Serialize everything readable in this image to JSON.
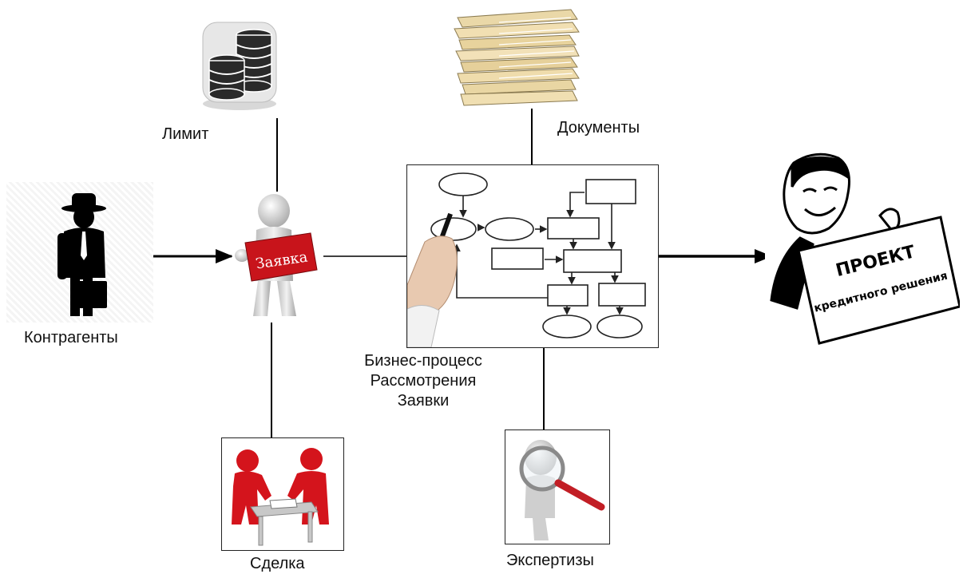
{
  "nodes": {
    "limit": {
      "label": "Лимит",
      "icon": "coins-stack-icon"
    },
    "documents": {
      "label": "Документы",
      "icon": "document-folders-icon"
    },
    "counterparties": {
      "label": "Контрагенты",
      "icon": "businessman-icon"
    },
    "application": {
      "label": "Заявка",
      "icon": "person-holding-application-icon"
    },
    "process": {
      "label_lines": [
        "Бизнес-процесс",
        "Рассмотрения",
        "Заявки"
      ],
      "icon": "flowchart-drawing-icon"
    },
    "project": {
      "sign_title": "ПРОЕКТ",
      "sign_subtitle": "кредитного решения",
      "icon": "man-holding-sign-icon"
    },
    "deal": {
      "label": "Сделка",
      "icon": "people-at-table-icon"
    },
    "expertise": {
      "label": "Экспертизы",
      "icon": "magnifier-person-icon"
    }
  },
  "colors": {
    "line": "#000000",
    "application_sign": "#c8141b",
    "deal_people": "#d4141c",
    "figure_gray": "#cfcfcf"
  }
}
